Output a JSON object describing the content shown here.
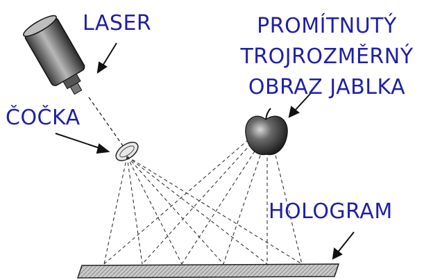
{
  "labels": {
    "laser": "LASER",
    "lens": "ČOČKA",
    "hologram": "HOLOGRAM",
    "apple": [
      "PROMÍTNUTÝ",
      "TROJROZMĚRNÝ",
      "OBRAZ JABLKA"
    ]
  },
  "colors": {
    "label": "#1f1fa8",
    "ink": "#1a1a1a",
    "laser_body": "#6f6f6f",
    "plate": "#9a9a9a"
  }
}
